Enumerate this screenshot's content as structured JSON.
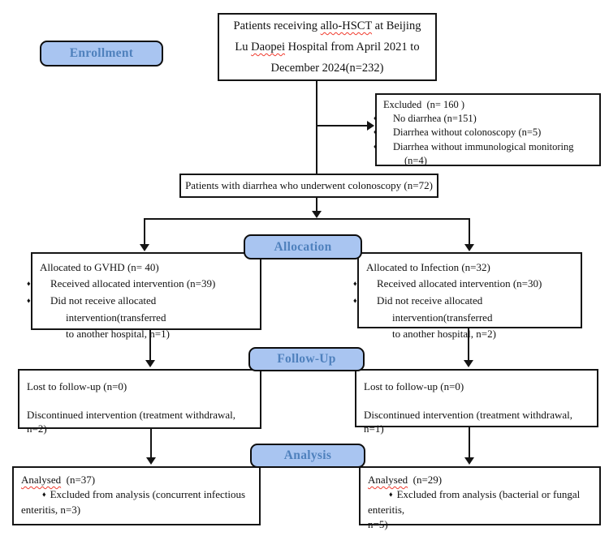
{
  "stage_labels": {
    "enrollment": "Enrollment",
    "allocation": "Allocation",
    "followup": "Follow-Up",
    "analysis": "Analysis"
  },
  "top_box": {
    "line1_seg1": "Patients receiving ",
    "line1_seg2_misspelled": "allo-HSCT",
    "line1_seg3": " at Beijing",
    "line2_seg1": "Lu ",
    "line2_seg2_misspelled": "Daopei",
    "line2_seg3": " Hospital from April 2021 to",
    "line3": "December 2024(n=232)"
  },
  "excluded_box": {
    "title": "Excluded  (n= 160 )",
    "items": [
      "No diarrhea (n=151)",
      "Diarrhea without colonoscopy (n=5)",
      "Diarrhea without immunological monitoring\n(n=4)"
    ]
  },
  "colonoscopy_box": {
    "text": "Patients with diarrhea who underwent colonoscopy (n=72)"
  },
  "alloc_gvhd": {
    "title": "Allocated to GVHD (n= 40)",
    "bullet1": "Received allocated intervention (n=39)",
    "bullet2": "Did not receive allocated intervention(transferred\nto another hospital, n=1)"
  },
  "alloc_infection": {
    "title": "Allocated to Infection (n=32)",
    "bullet1": "Received allocated intervention (n=30)",
    "bullet2": "Did not receive allocated intervention(transferred\nto another hospital, n=2)"
  },
  "followup_gvhd": {
    "line1": "Lost to follow-up (n=0)",
    "line2": "Discontinued intervention (treatment withdrawal, n=2)"
  },
  "followup_infection": {
    "line1": "Lost to follow-up (n=0)",
    "line2": "Discontinued intervention (treatment withdrawal, n=1)"
  },
  "analysis_gvhd": {
    "title_word_misspelled": "Analysed",
    "title_rest": "  (n=37)",
    "bullet": "Excluded from analysis (concurrent infectious\nenteritis, n=3)"
  },
  "analysis_infection": {
    "title_word_misspelled": "Analysed",
    "title_rest": "  (n=29)",
    "bullet": "Excluded from analysis (bacterial or fungal enteritis,\nn=5)"
  },
  "glyphs": {
    "bullet": "♦"
  },
  "colors": {
    "badge_fill": "#a9c5f1",
    "badge_text": "#4f81bd",
    "box_border": "#151515",
    "line": "#141414",
    "squiggle": "#f03a2d",
    "background": "#ffffff"
  }
}
